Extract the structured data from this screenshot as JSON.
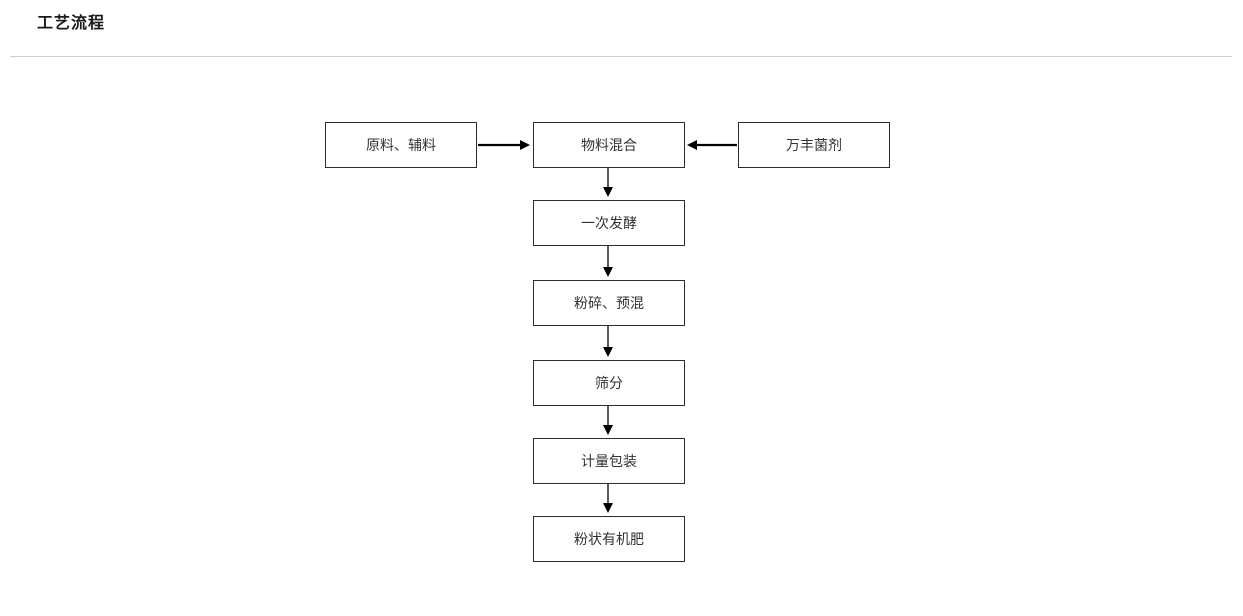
{
  "page": {
    "title": "工艺流程"
  },
  "flowchart": {
    "nodes": {
      "raw_materials": "原料、辅料",
      "material_mixing": "物料混合",
      "wanfeng_agent": "万丰菌剂",
      "primary_fermentation": "一次发酵",
      "crushing_premixing": "粉碎、预混",
      "screening": "筛分",
      "metering_packaging": "计量包装",
      "powdered_organic_fertilizer": "粉状有机肥"
    },
    "flow": [
      "原料、辅料 -> 物料混合",
      "万丰菌剂 -> 物料混合",
      "物料混合 -> 一次发酵",
      "一次发酵 -> 粉碎、预混",
      "粉碎、预混 -> 筛分",
      "筛分 -> 计量包装",
      "计量包装 -> 粉状有机肥"
    ],
    "colors": {
      "box_border": "#2b2b2b",
      "arrow": "#000000",
      "divider": "#cfcfcf",
      "text": "#333333"
    }
  }
}
